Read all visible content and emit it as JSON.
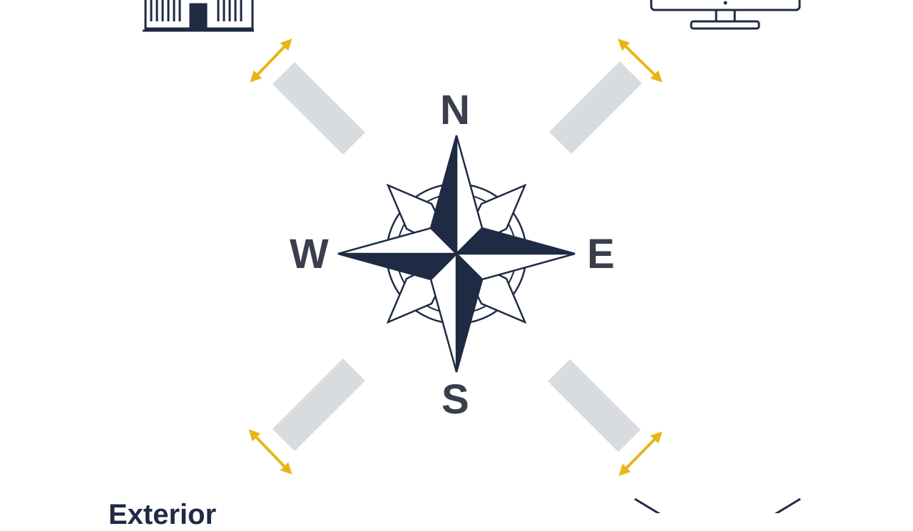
{
  "compass": {
    "north": "N",
    "south": "S",
    "west": "W",
    "east": "E"
  },
  "bottom_caption": "Exterior",
  "icons": {
    "top_left": "building-icon",
    "top_right": "monitor-icon",
    "bottom_right": "chevron-down-icon"
  },
  "colors": {
    "navy": "#1f2a44",
    "gold": "#e8b516",
    "panel": "#d9dcdf",
    "label": "#3a3e4d"
  }
}
